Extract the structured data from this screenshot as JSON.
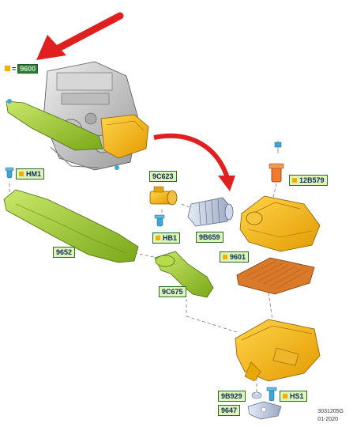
{
  "legend": {
    "equals": "=",
    "code": "9600"
  },
  "callouts": {
    "hm1": "HM1",
    "c9c623": "9C623",
    "r12b579": "12B579",
    "hb1": "HB1",
    "b9b659": "9B659",
    "n9652": "9652",
    "n9601": "9601",
    "c9c675": "9C675",
    "b9b929": "9B929",
    "hs1": "HS1",
    "n9647": "9647"
  },
  "footer": {
    "figure_id": "3031205G",
    "date": "01-2020"
  },
  "colors": {
    "part_yellow": "#f4b000",
    "part_green": "#9ccc24",
    "arrow_red": "#e02020",
    "callout_fill": "#dff5b8",
    "legend_box": "#2e7d32"
  }
}
